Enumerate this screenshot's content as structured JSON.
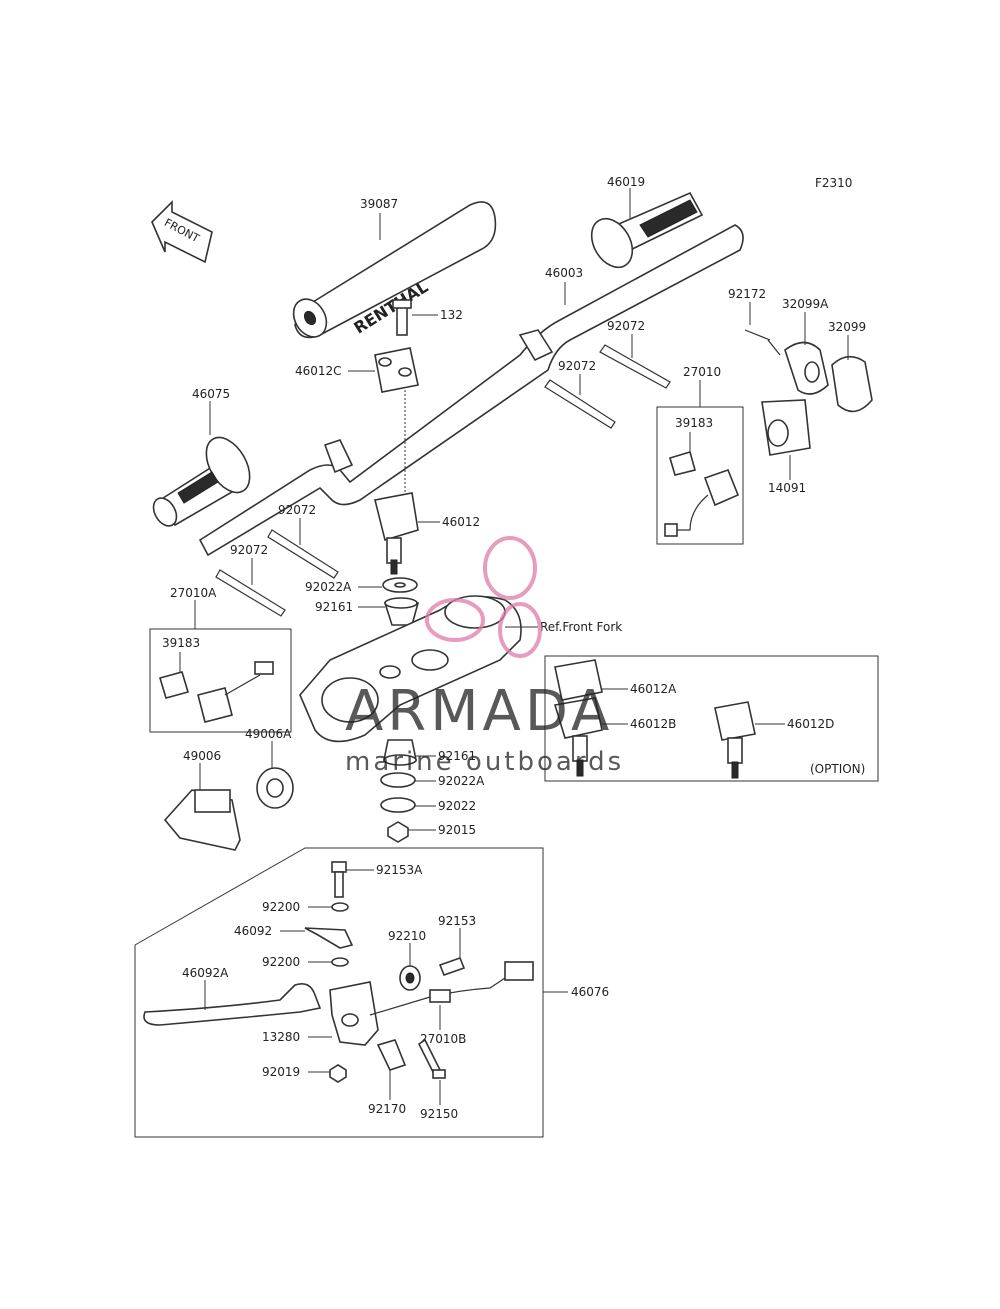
{
  "figure_id": "F2310",
  "front_label": "FRONT",
  "pad_brand": "RENTHAL",
  "option_label": "(OPTION)",
  "ref_label": "Ref.Front Fork",
  "watermark": {
    "brand": "ARMADA",
    "tagline": "marine outboards",
    "color": "#e07aa8"
  },
  "labels": {
    "p39087": "39087",
    "p46019": "46019",
    "p46003": "46003",
    "p132": "132",
    "p46012C": "46012C",
    "p92172": "92172",
    "p32099A": "32099A",
    "p32099": "32099",
    "p92072a": "92072",
    "p92072b": "92072",
    "p27010": "27010",
    "p39183a": "39183",
    "p46075": "46075",
    "p14091": "14091",
    "p92072c": "92072",
    "p46012": "46012",
    "p92072d": "92072",
    "p92022A": "92022A",
    "p27010A": "27010A",
    "p92161": "92161",
    "p39183b": "39183",
    "p46012A": "46012A",
    "p46012B": "46012B",
    "p46012D": "46012D",
    "p49006": "49006",
    "p49006A": "49006A",
    "p92161b": "92161",
    "p92022Ab": "92022A",
    "p92022": "92022",
    "p92015": "92015",
    "p92153A": "92153A",
    "p92200a": "92200",
    "p46092": "46092",
    "p92210": "92210",
    "p92153": "92153",
    "p92200b": "92200",
    "p46092A": "46092A",
    "p46076": "46076",
    "p13280": "13280",
    "p27010B": "27010B",
    "p92019": "92019",
    "p92170": "92170",
    "p92150": "92150"
  }
}
